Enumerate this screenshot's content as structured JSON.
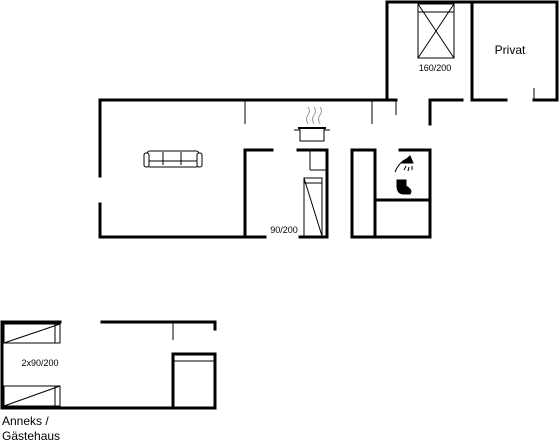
{
  "labels": {
    "bed_main": "160/200",
    "private_room": "Privat",
    "bed_bunk": "90/200",
    "bed_annex": "2x90/200"
  },
  "annex": {
    "line1": "Anneks /",
    "line2": "Gästehaus"
  },
  "icons": [
    "sofa-icon",
    "cooking-pot-icon",
    "shower-icon",
    "toilet-icon",
    "bed-icon"
  ]
}
